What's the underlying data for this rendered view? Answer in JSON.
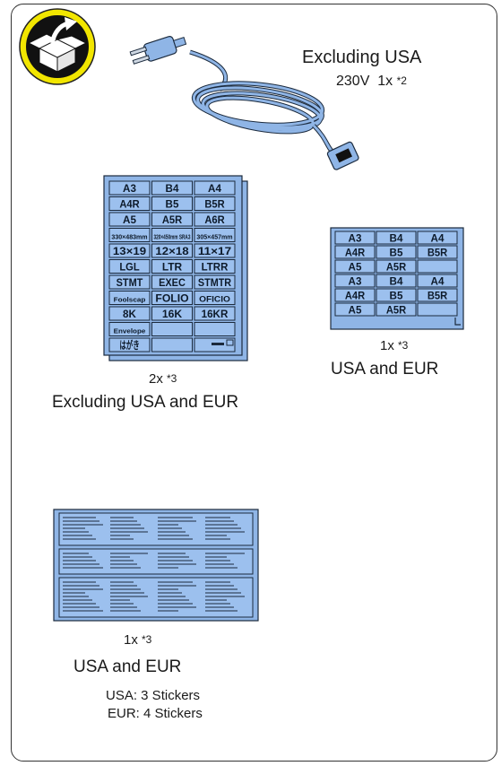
{
  "icon": "unpack-box-icon",
  "colors": {
    "sticker": "#9cc0ee",
    "badge_ring": "#f2e600",
    "badge_fill": "#111111"
  },
  "power_cord": {
    "region": "Excluding USA",
    "spec": "230V",
    "qty": "1x",
    "note": "*2"
  },
  "sheet_large": {
    "cells": [
      "A3",
      "B4",
      "A4",
      "A4R",
      "B5",
      "B5R",
      "A5",
      "A5R",
      "A6R",
      "330×483mm",
      "320×450mm SRA3",
      "305×457mm",
      "13×19",
      "12×18",
      "11×17",
      "LGL",
      "LTR",
      "LTRR",
      "STMT",
      "EXEC",
      "STMTR",
      "Foolscap",
      "FOLIO",
      "OFICIO",
      "8K",
      "16K",
      "16KR",
      "Envelope",
      "",
      "",
      "はがき",
      "",
      ""
    ],
    "qty": "2x",
    "note": "*3",
    "region": "Excluding USA and EUR"
  },
  "sheet_small": {
    "cells": [
      "A3",
      "B4",
      "A4",
      "A4R",
      "B5",
      "B5R",
      "A5",
      "A5R",
      "",
      "A3",
      "B4",
      "A4",
      "A4R",
      "B5",
      "B5R",
      "A5",
      "A5R",
      ""
    ],
    "qty": "1x",
    "note": "*3",
    "region": "USA and EUR"
  },
  "label_sticker": {
    "qty": "1x",
    "note": "*3",
    "region": "USA and EUR",
    "usa_count": "USA: 3 Stickers",
    "eur_count": "EUR: 4 Stickers"
  }
}
